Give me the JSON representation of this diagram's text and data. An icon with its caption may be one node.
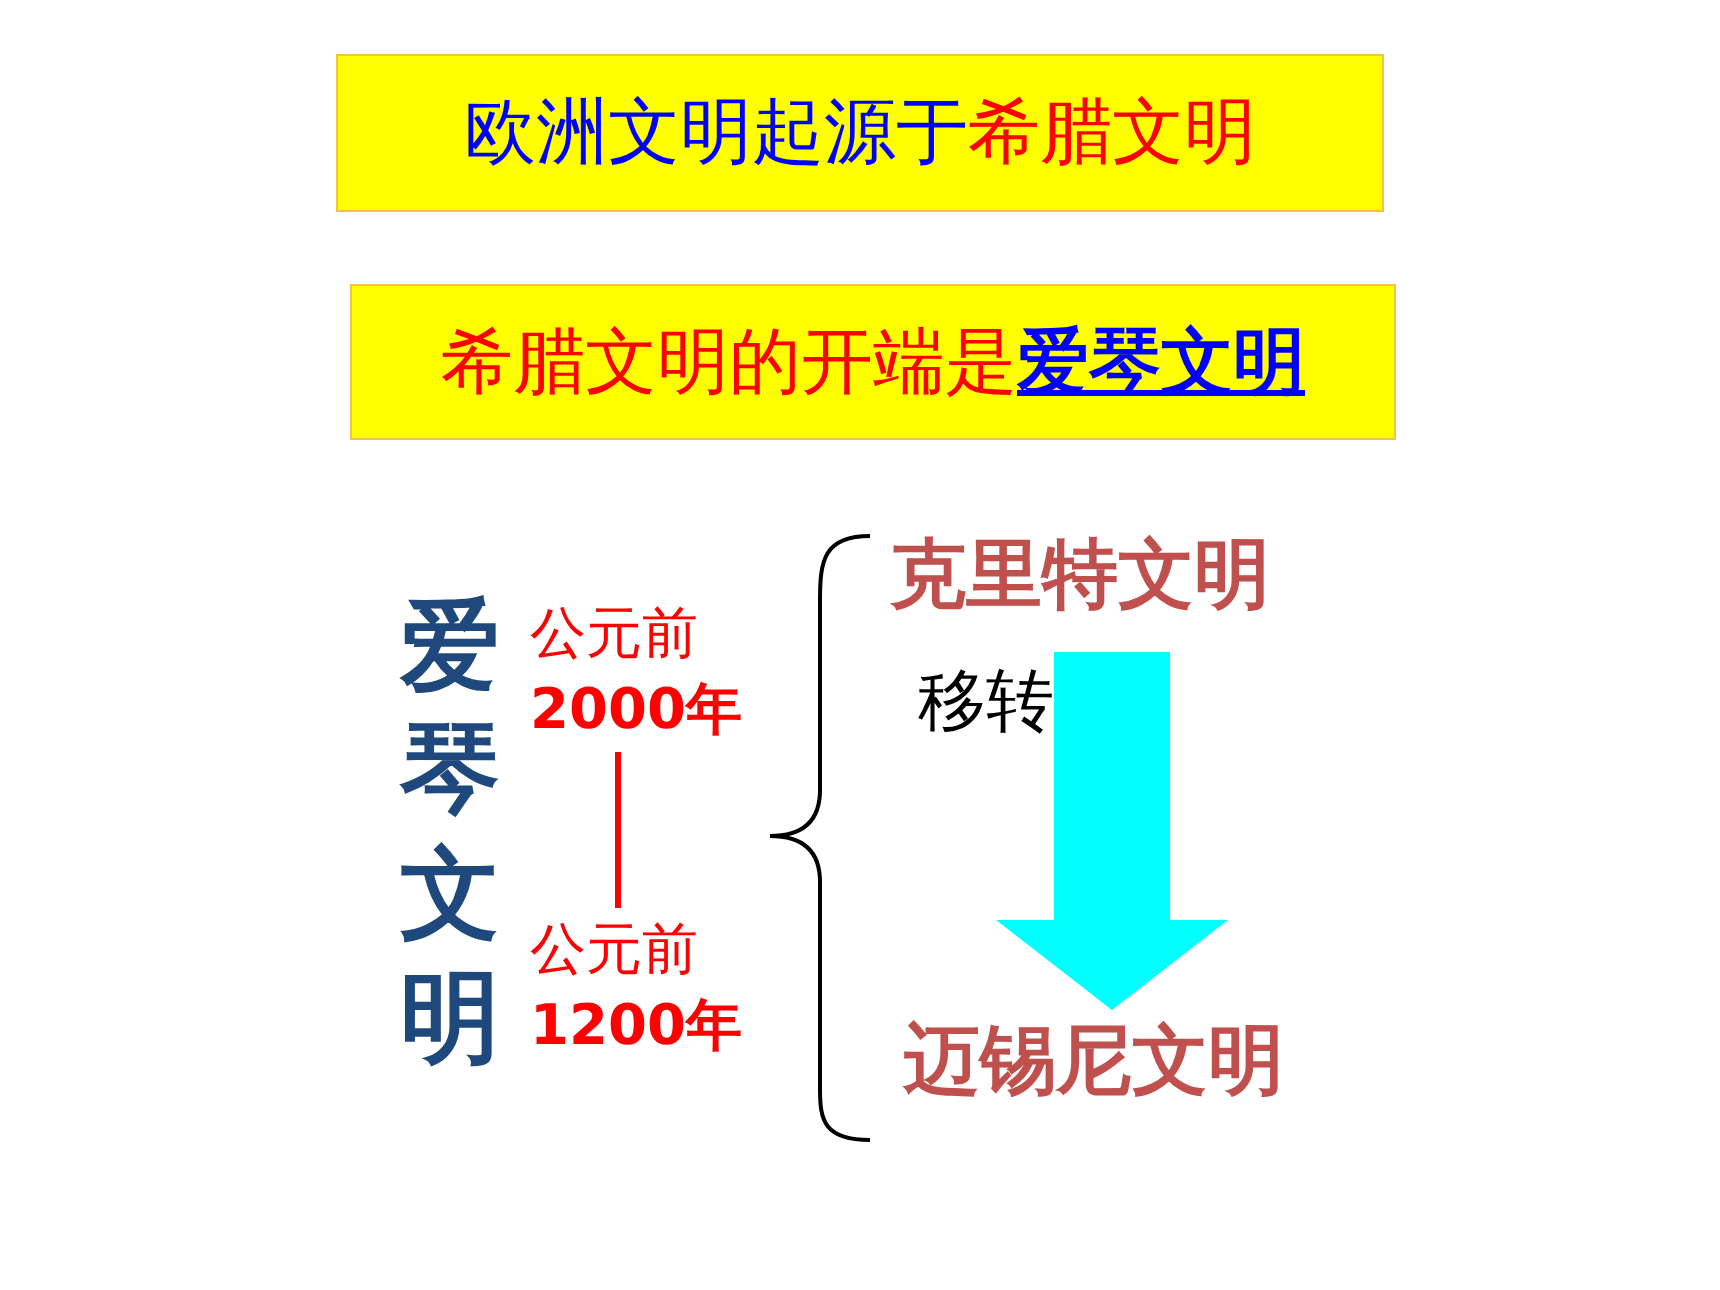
{
  "diagram": {
    "nodes": [
      {
        "text": [
          "欧洲文明起源于**希腊文明**"
        ]
      },
      {
        "text": [
          "希腊文明的开端是**爱琴文明**"
        ]
      },
      {
        "text": [
          "爱琴文明"
        ]
      },
      {
        "text": [
          "公元前**2000年**"
        ]
      },
      {
        "text": [
          "公元前**1200年**"
        ]
      },
      {
        "text": [
          "克里特文明"
        ]
      },
      {
        "text": [
          "迈锡尼文明"
        ]
      }
    ],
    "edges": [
      {
        "from": 3,
        "to": 4,
        "arrow": "none",
        "color": "#ff0000"
      },
      {
        "from": 5,
        "to": 6,
        "arrow": "to",
        "label": "移转",
        "style": "thick",
        "color": "#00ffff"
      }
    ]
  }
}
